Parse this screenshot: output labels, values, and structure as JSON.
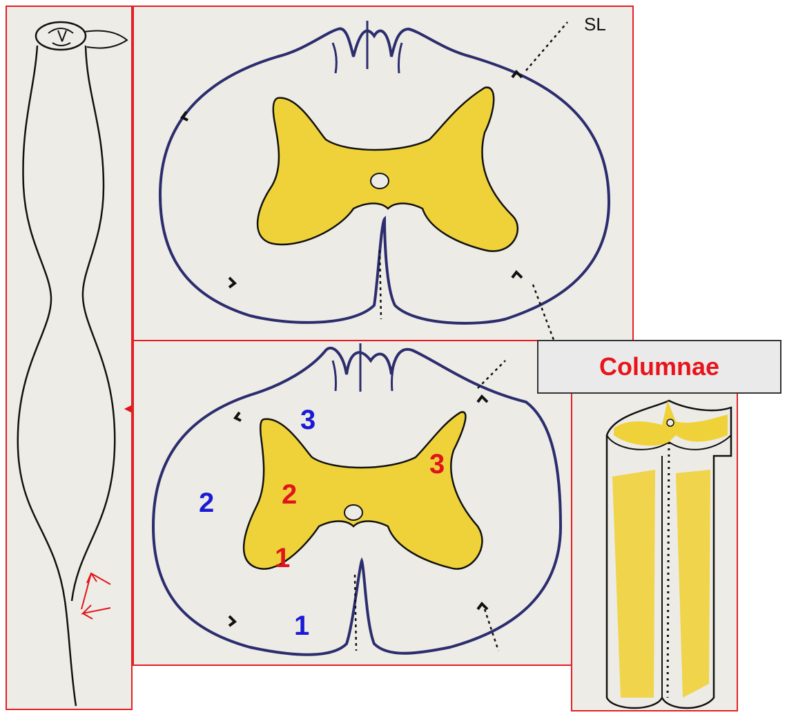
{
  "top_panel": {
    "corner_label": "SL"
  },
  "callout": {
    "label": "Columnae"
  },
  "bottom_panel": {
    "funiculus_labels": [
      "1",
      "2",
      "3"
    ],
    "horn_labels": [
      "1",
      "2",
      "3"
    ]
  },
  "colors": {
    "panel_border": "#e31e24",
    "white_matter_outline": "#2b2d6e",
    "gray_matter_fill": "#efd23a",
    "callout_text": "#e8141b",
    "blue_numbers": "#1a1ad6",
    "red_numbers": "#e0141b"
  },
  "icons": [
    "arrow-icon"
  ]
}
